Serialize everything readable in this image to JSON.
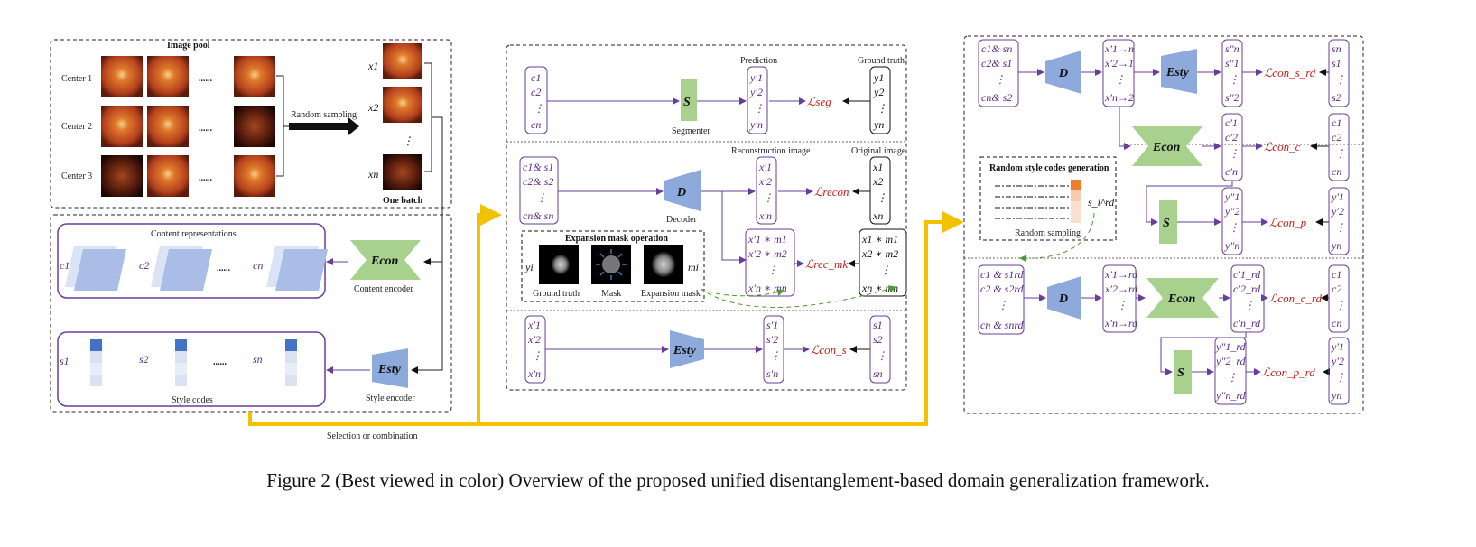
{
  "left_panel": {
    "image_pool_title": "Image pool",
    "centers": [
      "Center 1",
      "Center 2",
      "Center 3"
    ],
    "ellipsis": "......",
    "random_sampling": "Random sampling",
    "batch_items": [
      "x1",
      "x2",
      "xn"
    ],
    "one_batch": "One batch",
    "content_representations": "Content representations",
    "content_items": [
      "c1",
      "c2",
      "cn"
    ],
    "content_encoder_net": "Econ",
    "content_encoder_label": "Content encoder",
    "style_items": [
      "s1",
      "s2",
      "sn"
    ],
    "style_codes_label": "Style codes",
    "style_encoder_net": "Esty",
    "style_encoder_label": "Style encoder",
    "selection_label": "Selection or combination"
  },
  "middle_panel": {
    "seg": {
      "inputs": [
        "c1",
        "c2",
        "⋮",
        "cn"
      ],
      "net": "S",
      "net_label": "Segmenter",
      "prediction_title": "Prediction",
      "prediction": [
        "y′1",
        "y′2",
        "⋮",
        "y′n"
      ],
      "loss": "ℒseg",
      "gt_title": "Ground truth",
      "gt": [
        "y1",
        "y2",
        "⋮",
        "yn"
      ]
    },
    "recon": {
      "inputs": [
        "c1& s1",
        "c2& s2",
        "⋮",
        "cn& sn"
      ],
      "net": "D",
      "net_label": "Decoder",
      "recon_title": "Reconstruction image",
      "recon": [
        "x′1",
        "x′2",
        "⋮",
        "x′n"
      ],
      "loss_recon": "ℒrecon",
      "orig_title": "Original image",
      "orig": [
        "x1",
        "x2",
        "⋮",
        "xn"
      ],
      "masked_pred": [
        "x′1 ∗ m1",
        "x′2 ∗ m2",
        "⋮",
        "x′n ∗ mn"
      ],
      "loss_mk": "ℒrec_mk",
      "masked_orig": [
        "x1 ∗ m1",
        "x2 ∗ m2",
        "⋮",
        "xn ∗ mn"
      ],
      "expansion_title": "Expansion mask operation",
      "expansion_in": "yi",
      "expansion_out": "mi",
      "expansion_labels": [
        "Ground truth",
        "Mask",
        "Expansion mask"
      ]
    },
    "style": {
      "inputs": [
        "x′1",
        "x′2",
        "⋮",
        "x′n"
      ],
      "net": "Esty",
      "pred": [
        "s′1",
        "s′2",
        "⋮",
        "s′n"
      ],
      "loss": "ℒcon_s",
      "gt": [
        "s1",
        "s2",
        "⋮",
        "sn"
      ]
    }
  },
  "right_panel": {
    "top": {
      "inputs": [
        "c1& sn",
        "c2& s1",
        "⋮",
        "cn& s2"
      ],
      "net_d": "D",
      "swapped": [
        "x′1→n",
        "x′2→1",
        "⋮",
        "x′n→2"
      ],
      "net_esty": "Esty",
      "style_pred": [
        "s″n",
        "s″1",
        "⋮",
        "s″2"
      ],
      "loss_style": "ℒcon_s_rd",
      "style_gt": [
        "sn",
        "s1",
        "⋮",
        "s2"
      ],
      "net_econ": "Econ",
      "content_pred": [
        "c′1",
        "c′2",
        "⋮",
        "c′n"
      ],
      "loss_content": "ℒcon_c",
      "content_gt": [
        "c1",
        "c2",
        "⋮",
        "cn"
      ],
      "net_s": "S",
      "seg_pred": [
        "y″1",
        "y″2",
        "⋮",
        "y″n"
      ],
      "loss_seg": "ℒcon_p",
      "seg_gt": [
        "y′1",
        "y′2",
        "⋮",
        "yn"
      ]
    },
    "random_box": {
      "title": "Random style codes generation",
      "label": "Random sampling",
      "output": "s_i^rd"
    },
    "bottom": {
      "inputs": [
        "c1 & s1rd",
        "c2 & s2rd",
        "⋮",
        "cn & snrd"
      ],
      "net_d": "D",
      "swapped": [
        "x′1→rd",
        "x′2→rd",
        "⋮",
        "x′n→rd"
      ],
      "net_econ": "Econ",
      "content_pred": [
        "c′1_rd",
        "c′2_rd",
        "⋮",
        "c′n_rd"
      ],
      "loss_content": "ℒcon_c_rd",
      "content_gt": [
        "c1",
        "c2",
        "⋮",
        "cn"
      ],
      "net_s": "S",
      "seg_pred": [
        "y″1_rd",
        "y″2_rd",
        "⋮",
        "y″n_rd"
      ],
      "loss_seg": "ℒcon_p_rd",
      "seg_gt": [
        "y′1",
        "y′2",
        "⋮",
        "yn"
      ]
    }
  },
  "caption": "Figure 2 (Best viewed in color) Overview of the proposed unified disentanglement-based domain generalization framework.",
  "colors": {
    "purple": "#6a3d9a",
    "blue_net": "#8ea9db",
    "green_net": "#a9d18e",
    "loss_red": "#c0241d",
    "arrow_yellow": "#f2c200",
    "dashed_green": "#4e9a2e"
  }
}
